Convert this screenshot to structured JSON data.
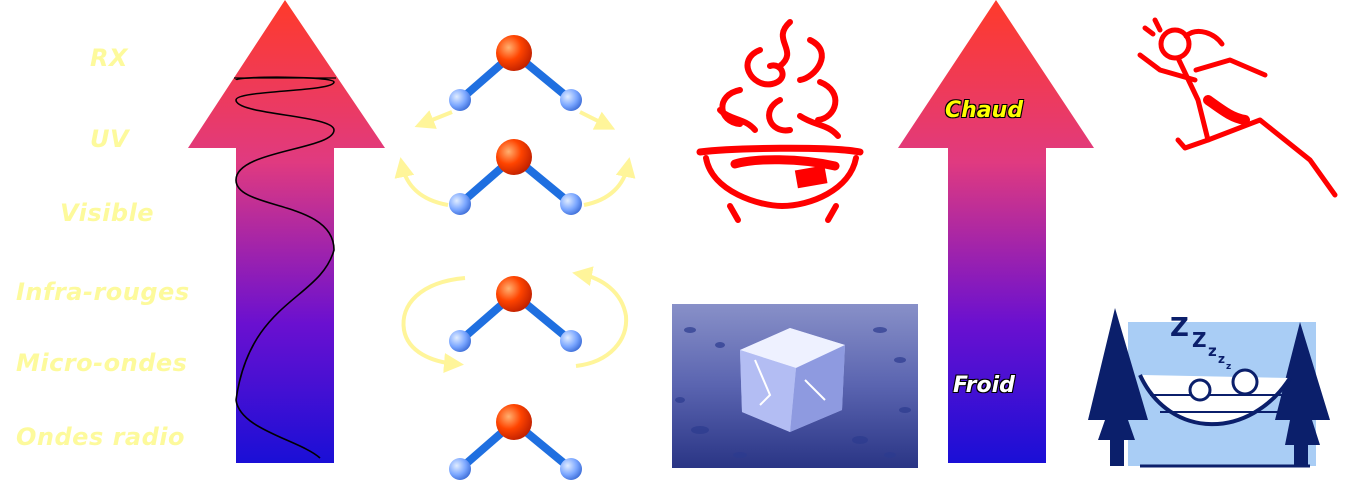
{
  "spectrum": {
    "labels": [
      "RX",
      "UV",
      "Visible",
      "Infra-rouges",
      "Micro-ondes",
      "Ondes radio"
    ]
  },
  "temperature": {
    "hot_label": "Chaud",
    "cold_label": "Froid"
  },
  "colors": {
    "arrow_top": "#ff3a2a",
    "arrow_bottom": "#1a0fd6",
    "label_yellow": "#fdfa9c",
    "red_art": "#ff0000",
    "navy_art": "#0b1f6b",
    "molecule_center": "#ff4400",
    "molecule_atom": "#7aa6ff",
    "motion_arrow": "#fff59a"
  },
  "icons": [
    "wave-icon",
    "water-molecule-icon",
    "hot-bath-icon",
    "ice-cube-icon",
    "runner-icon",
    "sleeping-hammock-icon"
  ]
}
